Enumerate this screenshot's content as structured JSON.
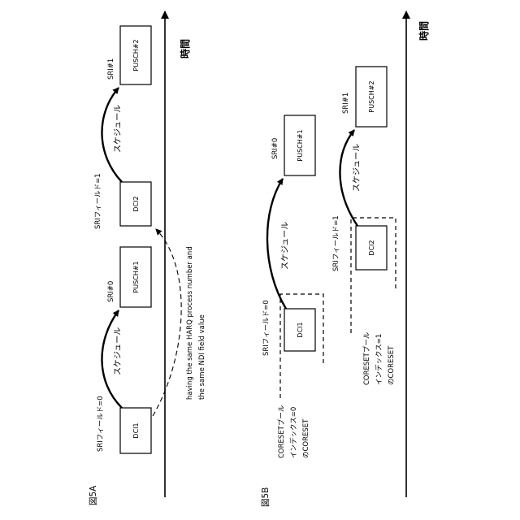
{
  "figure_5a": {
    "label": "図5A",
    "time_axis_label": "時間",
    "boxes": {
      "dci1": "DCI1",
      "pusch1": "PUSCH#1",
      "dci2": "DCI2",
      "pusch2": "PUSCH#2"
    },
    "sri_field_0": "SRIフィールド=0",
    "sri_field_1": "SRIフィールド=1",
    "sri_0": "SRI#0",
    "sri_1": "SRI#1",
    "schedule_1": "スケジュール",
    "schedule_2": "スケジュール",
    "annotation_line1": "having the same HARQ process number and",
    "annotation_line2": "the same NDI field value"
  },
  "figure_5b": {
    "label": "図5B",
    "time_axis_label": "時間",
    "boxes": {
      "dci1": "DCI1",
      "pusch1": "PUSCH#1",
      "dci2": "DCI2",
      "pusch2": "PUSCH#2"
    },
    "sri_field_0": "SRIフィールド=0",
    "sri_field_1": "SRIフィールド=1",
    "sri_0": "SRI#0",
    "sri_1": "SRI#1",
    "schedule_1": "スケジュール",
    "schedule_2": "スケジュール",
    "coreset0_line1": "CORESETプール",
    "coreset0_line2": "インデックス=0",
    "coreset0_line3": "のCORESET",
    "coreset1_line1": "CORESETプール",
    "coreset1_line2": "インデックス=1",
    "coreset1_line3": "のCORESET"
  }
}
